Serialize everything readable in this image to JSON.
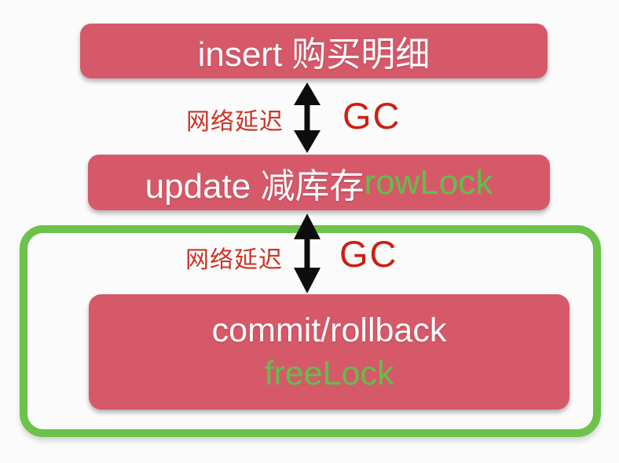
{
  "page": {
    "background_color": "#fbfbfb"
  },
  "colors": {
    "node_fill": "#d6596a",
    "node_text": "#fdfdfd",
    "lock_green": "#5fc04a",
    "group_border_green": "#6cc24b",
    "annotation_red": "#cc2414",
    "arrow_black": "#0d0d0d"
  },
  "nodes": {
    "insert": {
      "label": "insert 购买明细"
    },
    "update": {
      "label_main": "update 减库存 ",
      "label_lock": "rowLock"
    },
    "commit": {
      "label_main": "commit/rollback",
      "label_lock": "freeLock"
    }
  },
  "connectors": {
    "top": {
      "left_label": "网络延迟",
      "right_label": "GC"
    },
    "bottom": {
      "left_label": "网络延迟",
      "right_label": "GC"
    }
  }
}
